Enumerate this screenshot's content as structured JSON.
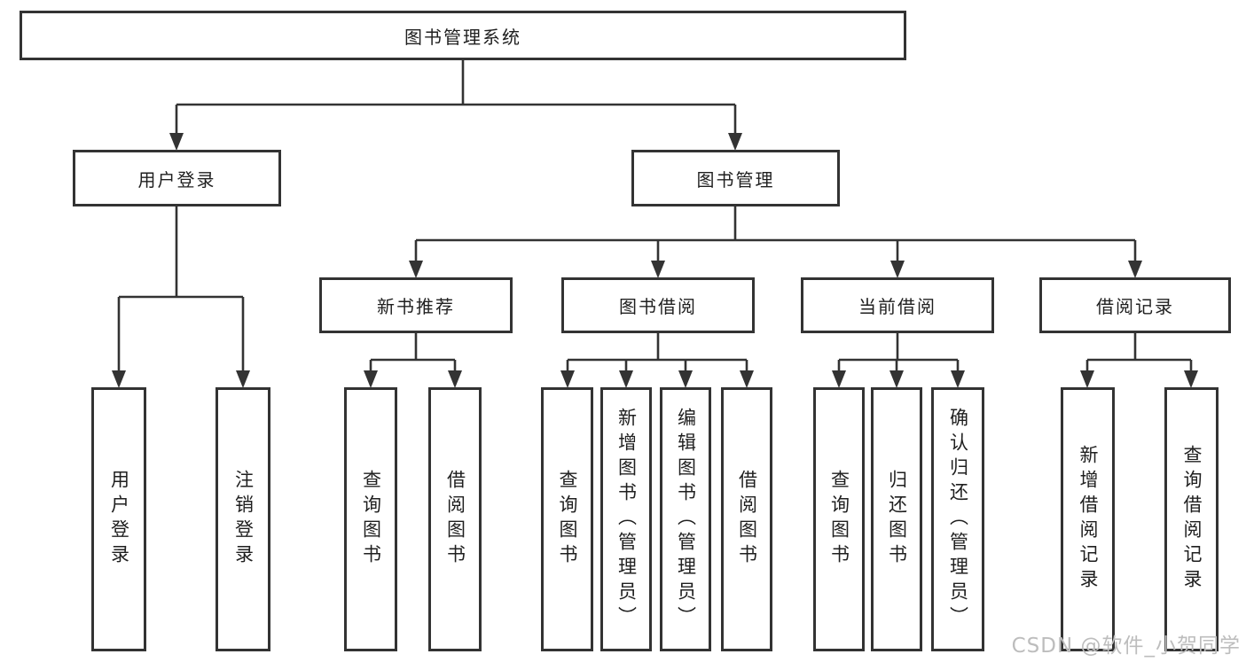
{
  "diagram": {
    "root": {
      "label": "图书管理系统"
    },
    "level2": [
      {
        "label": "用户登录"
      },
      {
        "label": "图书管理"
      }
    ],
    "level3": [
      {
        "label": "新书推荐"
      },
      {
        "label": "图书借阅"
      },
      {
        "label": "当前借阅"
      },
      {
        "label": "借阅记录"
      }
    ],
    "leaves": {
      "user_login": [
        "用户登录",
        "注销登录"
      ],
      "new_books": [
        "查询图书",
        "借阅图书"
      ],
      "book_borrow": [
        "查询图书",
        "新增图书（管理员）",
        "编辑图书（管理员）",
        "借阅图书"
      ],
      "current_borrow": [
        "查询图书",
        "归还图书",
        "确认归还（管理员）"
      ],
      "borrow_records": [
        "新增借阅记录",
        "查询借阅记录"
      ]
    }
  },
  "watermark": {
    "text": "CSDN @软件_小贺同学"
  },
  "colors": {
    "line": "#333333",
    "text": "#1f1f1f",
    "watermark": "#bdbdbd",
    "background": "#ffffff"
  }
}
